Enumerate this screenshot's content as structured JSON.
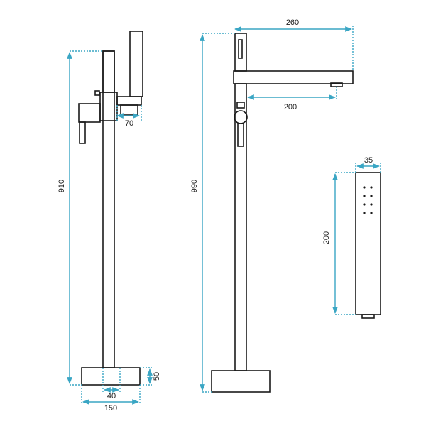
{
  "colors": {
    "outline": "#1a1a1a",
    "dimension": "#3aa6c4"
  },
  "dimensions": {
    "left_height": "910",
    "spout_offset": "70",
    "base_inner": "40",
    "base_width": "150",
    "base_height": "50",
    "center_height": "990",
    "spout_length": "260",
    "spout_reach": "200",
    "handshower_width": "35",
    "handshower_height": "200"
  }
}
